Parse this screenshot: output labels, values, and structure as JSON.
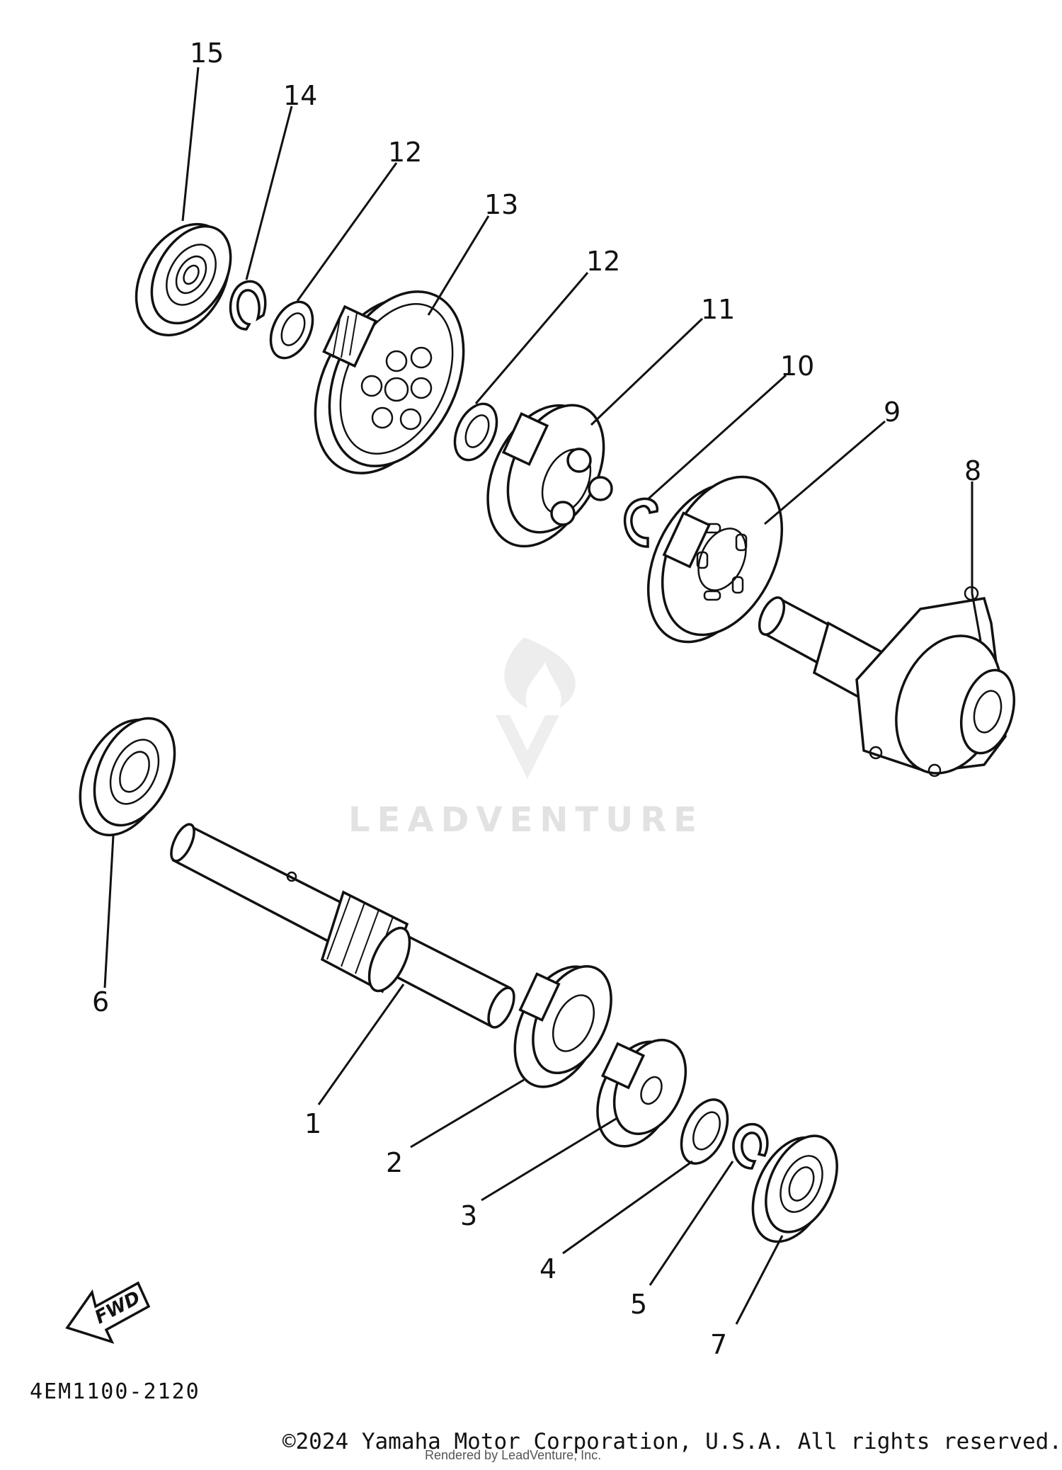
{
  "diagram": {
    "code": "4EM1100-2120",
    "fwd_label": "FWD",
    "watermark_text": "LEADVENTURE",
    "copyright": "©2024 Yamaha Motor Corporation, U.S.A. All rights reserved.",
    "rendered_by": "Rendered by LeadVenture, Inc.",
    "callouts": {
      "c1": "1",
      "c2": "2",
      "c3": "3",
      "c4": "4",
      "c5": "5",
      "c6": "6",
      "c7": "7",
      "c8": "8",
      "c9": "9",
      "c10": "10",
      "c11": "11",
      "c12a": "12",
      "c12b": "12",
      "c13": "13",
      "c14": "14",
      "c15": "15"
    }
  }
}
